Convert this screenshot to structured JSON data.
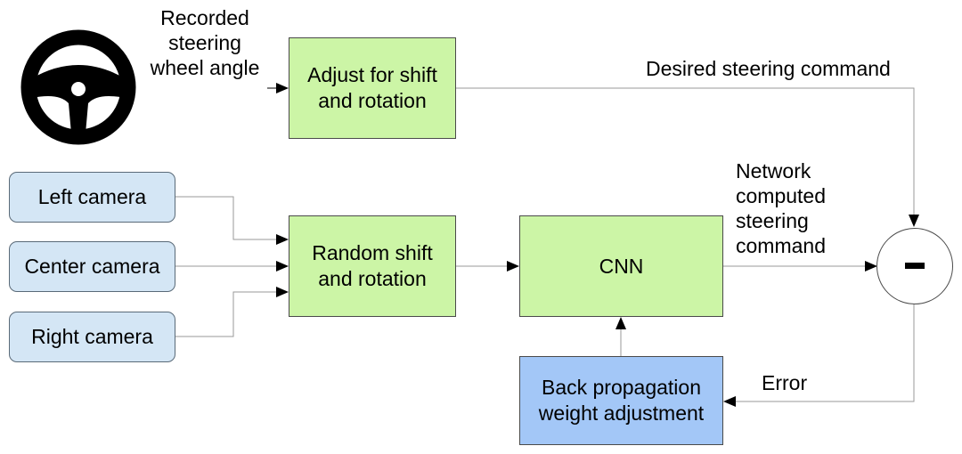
{
  "labels": {
    "recorded": "Recorded\nsteering\nwheel angle",
    "desired": "Desired steering command",
    "network": "Network\ncomputed\nsteering\ncommand",
    "error": "Error"
  },
  "boxes": {
    "adjust": "Adjust for shift\nand rotation",
    "random": "Random shift\nand rotation",
    "cnn": "CNN",
    "backprop": "Back propagation\nweight adjustment"
  },
  "cameras": {
    "left": "Left camera",
    "center": "Center camera",
    "right": "Right camera"
  },
  "icons": {
    "steering_wheel": "steering-wheel-icon",
    "minus": "subtract-icon"
  },
  "colors": {
    "process_fill": "#ccf5a6",
    "backprop_fill": "#a3c7f7",
    "camera_fill": "#d4e6f5"
  }
}
